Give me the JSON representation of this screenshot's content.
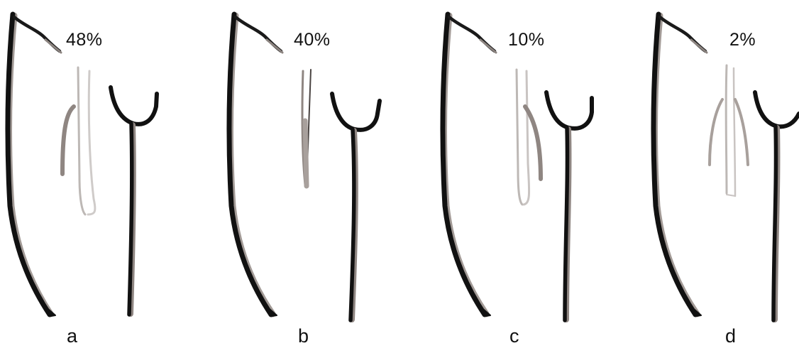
{
  "panels": [
    {
      "label": "a",
      "percent": "48%"
    },
    {
      "label": "b",
      "percent": "40%"
    },
    {
      "label": "c",
      "percent": "10%"
    },
    {
      "label": "d",
      "percent": "2%"
    }
  ]
}
